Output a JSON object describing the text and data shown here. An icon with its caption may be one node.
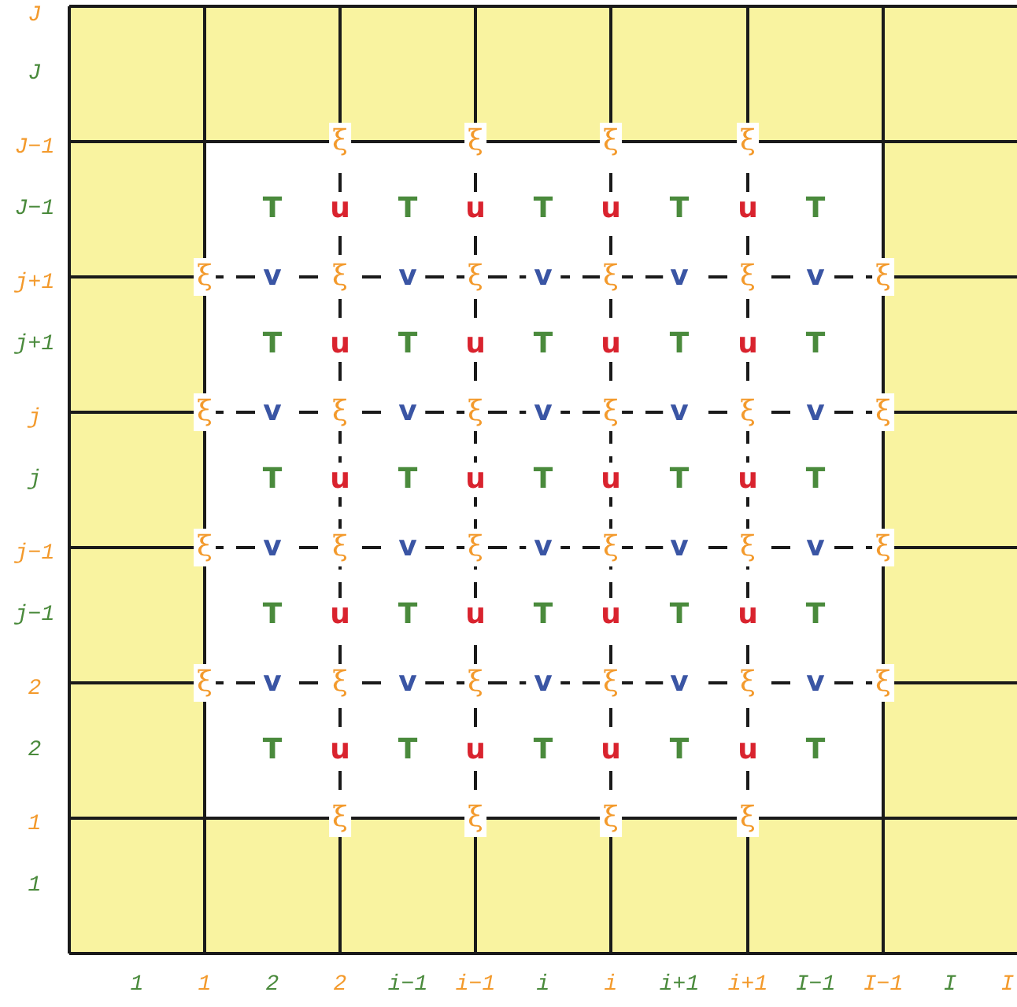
{
  "diagram": {
    "labels": [
      "J",
      "J",
      "J−1",
      "J−1",
      "j+1",
      "j+1",
      "j",
      "j",
      "j−1",
      "j−1",
      "2",
      "2",
      "1",
      "1",
      "ξ",
      "ξ",
      "ξ",
      "ξ",
      "T",
      "u",
      "T",
      "u",
      "T",
      "u",
      "T",
      "u",
      "T",
      "ξ",
      "v",
      "ξ",
      "v",
      "ξ",
      "v",
      "ξ",
      "v",
      "ξ",
      "v",
      "ξ",
      "T",
      "u",
      "T",
      "u",
      "T",
      "u",
      "T",
      "u",
      "T",
      "ξ",
      "v",
      "ξ",
      "v",
      "ξ",
      "v",
      "ξ",
      "v",
      "ξ",
      "v",
      "ξ",
      "T",
      "u",
      "T",
      "u",
      "T",
      "u",
      "T",
      "u",
      "T",
      "ξ",
      "v",
      "ξ",
      "v",
      "ξ",
      "v",
      "ξ",
      "v",
      "ξ",
      "v",
      "ξ",
      "T",
      "u",
      "T",
      "u",
      "T",
      "u",
      "T",
      "u",
      "T",
      "ξ",
      "v",
      "ξ",
      "v",
      "ξ",
      "v",
      "ξ",
      "v",
      "ξ",
      "v",
      "ξ",
      "T",
      "u",
      "T",
      "u",
      "T",
      "u",
      "T",
      "u",
      "T",
      "ξ",
      "ξ",
      "ξ",
      "ξ",
      "1",
      "1",
      "2",
      "2",
      "i−1",
      "i−1",
      "i",
      "i",
      "i+1",
      "i+1",
      "I−1",
      "I−1",
      "I",
      "I"
    ]
  }
}
